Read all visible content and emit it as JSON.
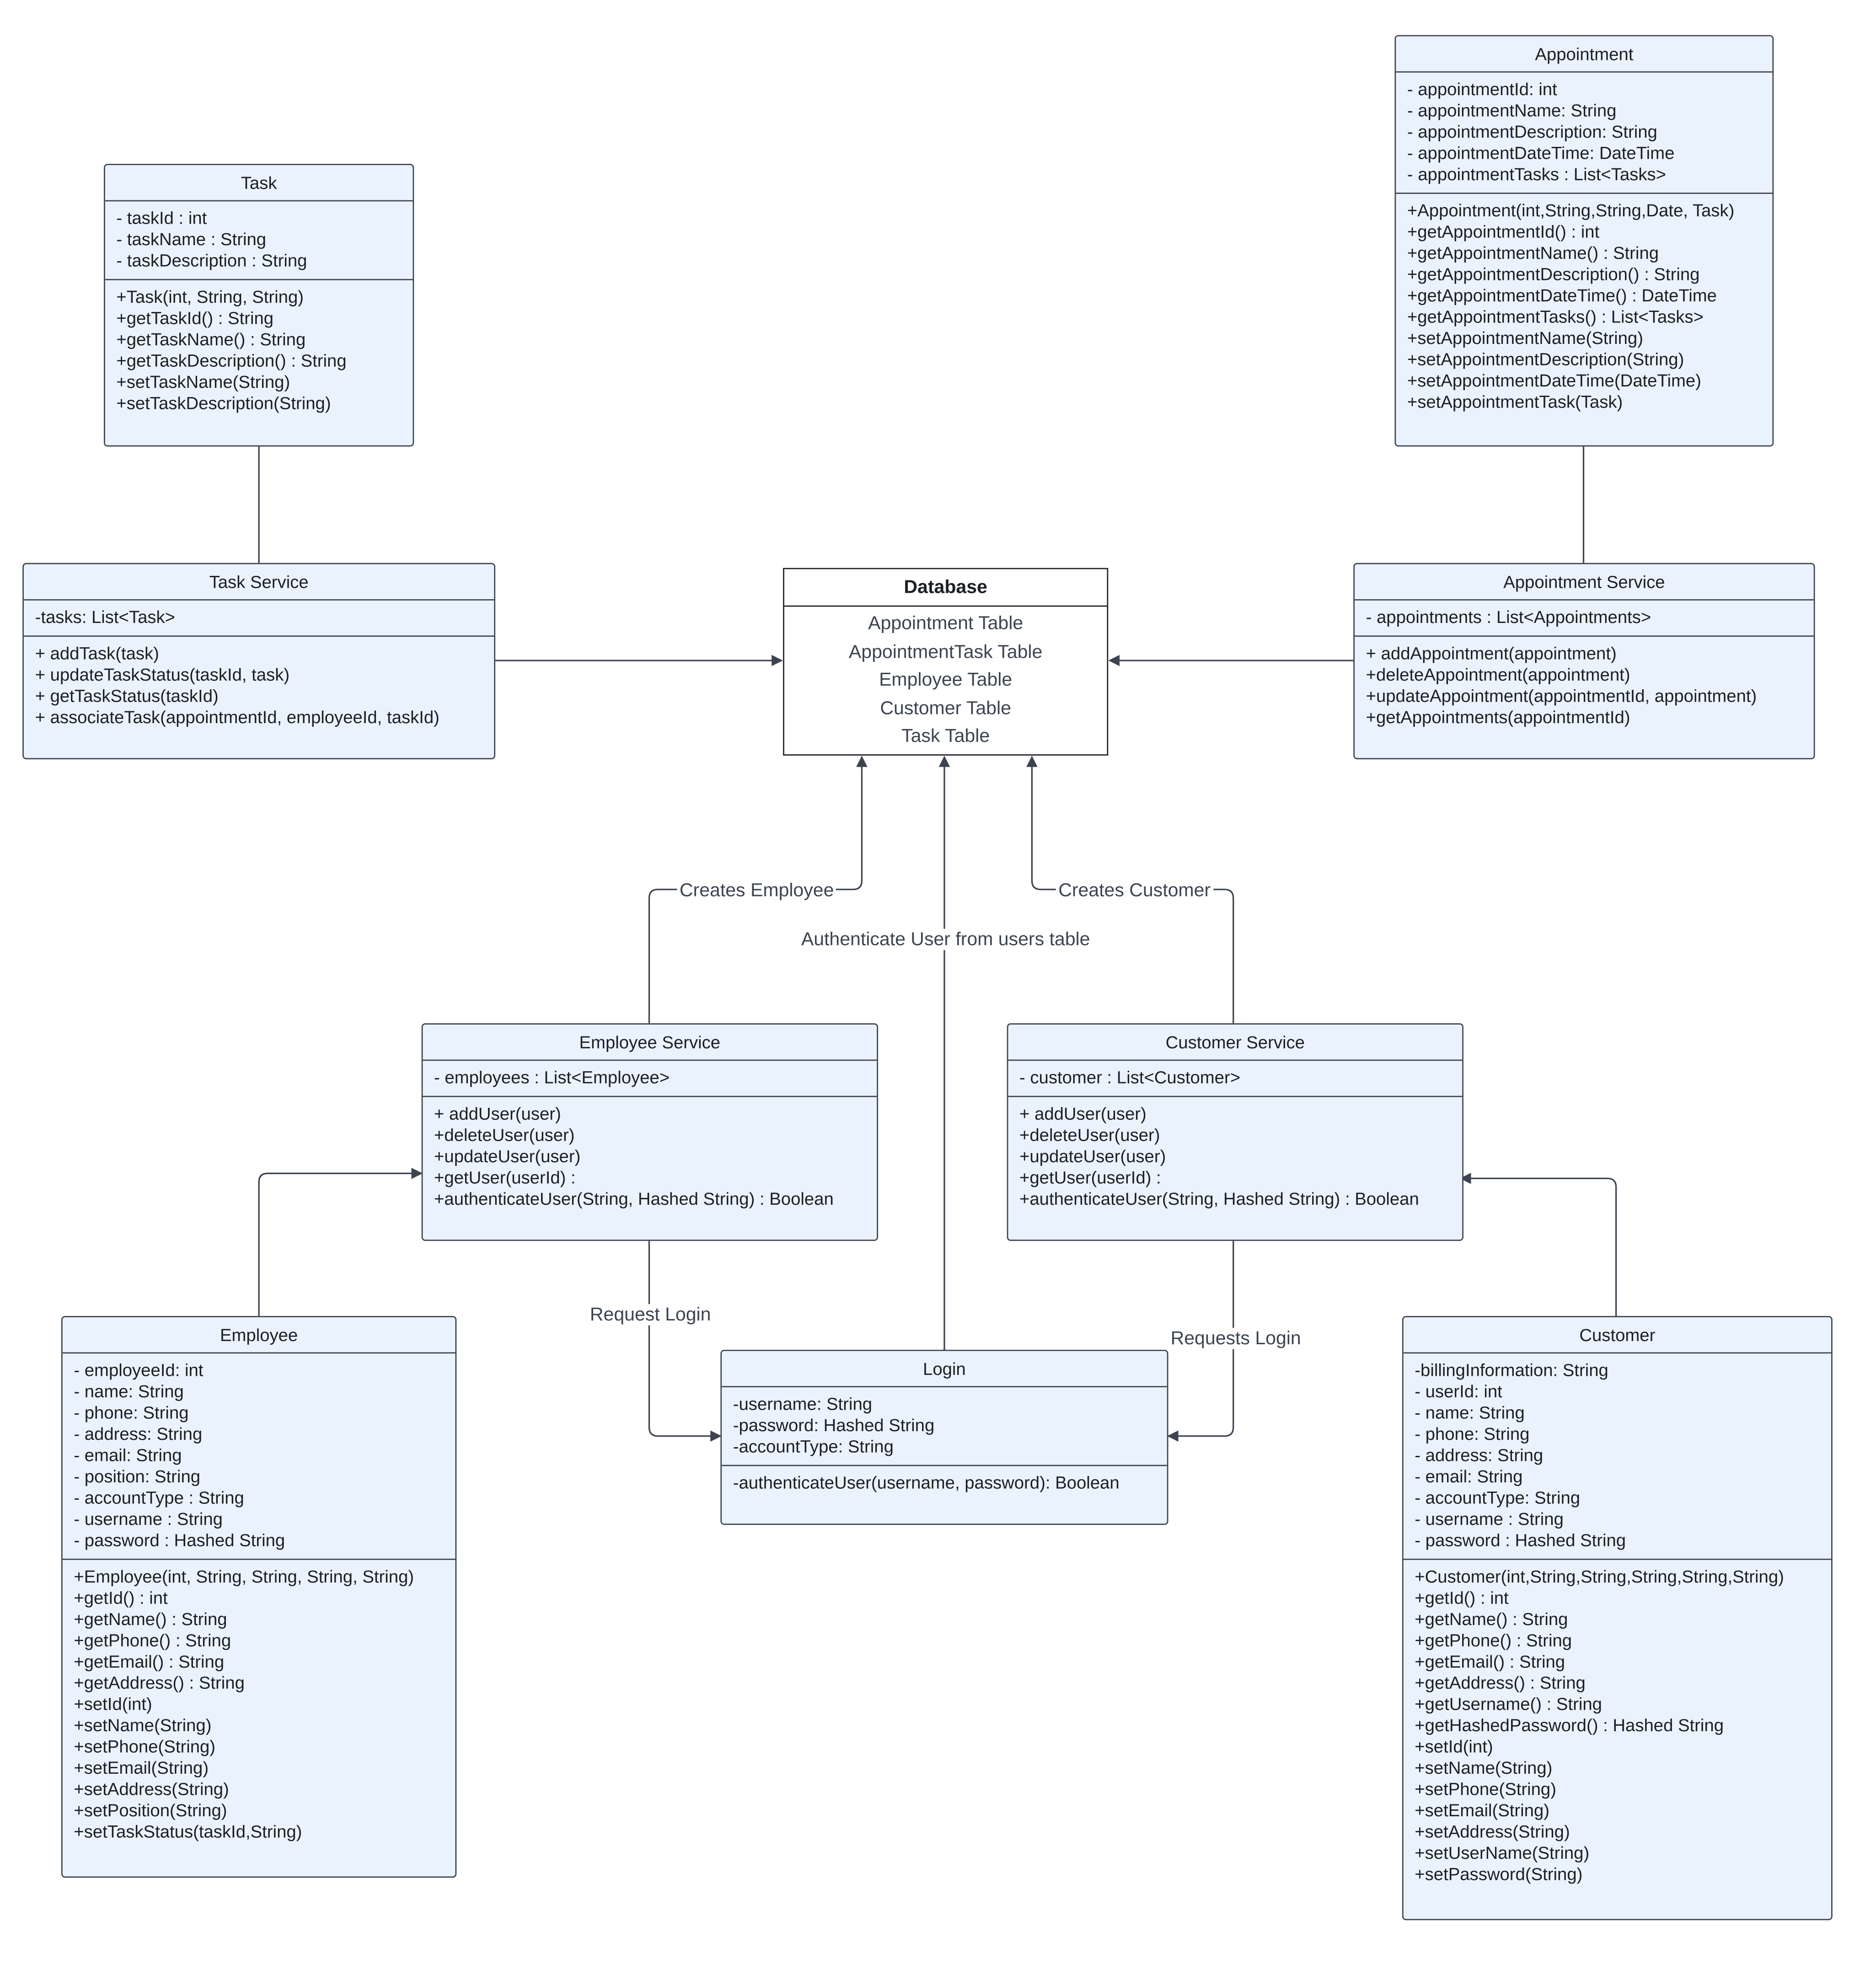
{
  "colors": {
    "class_fill": "#eaf2fd",
    "class_border": "#3d4450",
    "database_fill": "#ffffff",
    "edge": "#3d4450"
  },
  "classes": {
    "task": {
      "name": "Task",
      "attributes": [
        "- taskId : int",
        "- taskName : String",
        "- taskDescription : String"
      ],
      "methods": [
        "+Task(int, String, String)",
        "+getTaskId() : String",
        "+getTaskName() : String",
        "+getTaskDescription() : String",
        "+setTaskName(String)",
        "+setTaskDescription(String)"
      ]
    },
    "appointment": {
      "name": "Appointment",
      "attributes": [
        "- appointmentId: int",
        "- appointmentName: String",
        "- appointmentDescription: String",
        "- appointmentDateTime: DateTime",
        "- appointmentTasks : List<Tasks>"
      ],
      "methods": [
        "+Appointment(int,String,String,Date, Task)",
        "+getAppointmentId() : int",
        "+getAppointmentName() : String",
        "+getAppointmentDescription() : String",
        "+getAppointmentDateTime() : DateTime",
        "+getAppointmentTasks() : List<Tasks>",
        "+setAppointmentName(String)",
        "+setAppointmentDescription(String)",
        "+setAppointmentDateTime(DateTime)",
        "+setAppointmentTask(Task)"
      ]
    },
    "task_service": {
      "name": "Task Service",
      "attributes": [
        "-tasks: List<Task>"
      ],
      "methods": [
        "+ addTask(task)",
        "+ updateTaskStatus(taskId, task)",
        "+ getTaskStatus(taskId)",
        "+ associateTask(appointmentId, employeeId, taskId)"
      ]
    },
    "appointment_service": {
      "name": "Appointment Service",
      "attributes": [
        "- appointments : List<Appointments>"
      ],
      "methods": [
        "+ addAppointment(appointment)",
        "+deleteAppointment(appointment)",
        "+updateAppointment(appointmentId, appointment)",
        "+getAppointments(appointmentId)"
      ]
    },
    "employee_service": {
      "name": "Employee Service",
      "attributes": [
        "- employees : List<Employee>"
      ],
      "methods": [
        "+ addUser(user)",
        "+deleteUser(user)",
        "+updateUser(user)",
        "+getUser(userId) :",
        "+authenticateUser(String, Hashed String) : Boolean"
      ]
    },
    "customer_service": {
      "name": "Customer Service",
      "attributes": [
        "- customer : List<Customer>"
      ],
      "methods": [
        "+ addUser(user)",
        "+deleteUser(user)",
        "+updateUser(user)",
        "+getUser(userId) :",
        "+authenticateUser(String, Hashed String) : Boolean"
      ]
    },
    "login": {
      "name": "Login",
      "attributes": [
        "-username: String",
        "-password: Hashed String",
        "-accountType: String"
      ],
      "methods": [
        "-authenticateUser(username, password): Boolean"
      ]
    },
    "employee": {
      "name": "Employee",
      "attributes": [
        "- employeeId: int",
        "- name: String",
        "- phone: String",
        "- address: String",
        "- email: String",
        "- position: String",
        "- accountType : String",
        "- username : String",
        "- password : Hashed String"
      ],
      "methods": [
        "+Employee(int, String, String, String, String)",
        "+getId() : int",
        "+getName() : String",
        "+getPhone() : String",
        "+getEmail() : String",
        "+getAddress() : String",
        "+setId(int)",
        "+setName(String)",
        "+setPhone(String)",
        "+setEmail(String)",
        "+setAddress(String)",
        "+setPosition(String)",
        "+setTaskStatus(taskId,String)"
      ]
    },
    "customer": {
      "name": "Customer",
      "attributes": [
        "-billingInformation: String",
        "- userId: int",
        "- name: String",
        "- phone: String",
        "- address: String",
        "- email: String",
        "- accountType: String",
        "- username : String",
        "- password : Hashed String"
      ],
      "methods": [
        "+Customer(int,String,String,String,String,String)",
        "+getId() : int",
        "+getName() : String",
        "+getPhone() : String",
        "+getEmail() : String",
        "+getAddress() : String",
        "+getUsername() : String",
        "+getHashedPassword() : Hashed String",
        "+setId(int)",
        "+setName(String)",
        "+setPhone(String)",
        "+setEmail(String)",
        "+setAddress(String)",
        "+setUserName(String)",
        "+setPassword(String)"
      ]
    }
  },
  "database": {
    "title": "Database",
    "tables": [
      "Appointment Table",
      "AppointmentTask Table",
      "Employee Table",
      "Customer Table",
      "Task Table"
    ]
  },
  "edges": {
    "creates_employee": "Creates Employee",
    "creates_customer": "Creates Customer",
    "authenticate_user": "Authenticate User from users table",
    "request_login": "Request Login",
    "requests_login": "Requests Login"
  }
}
